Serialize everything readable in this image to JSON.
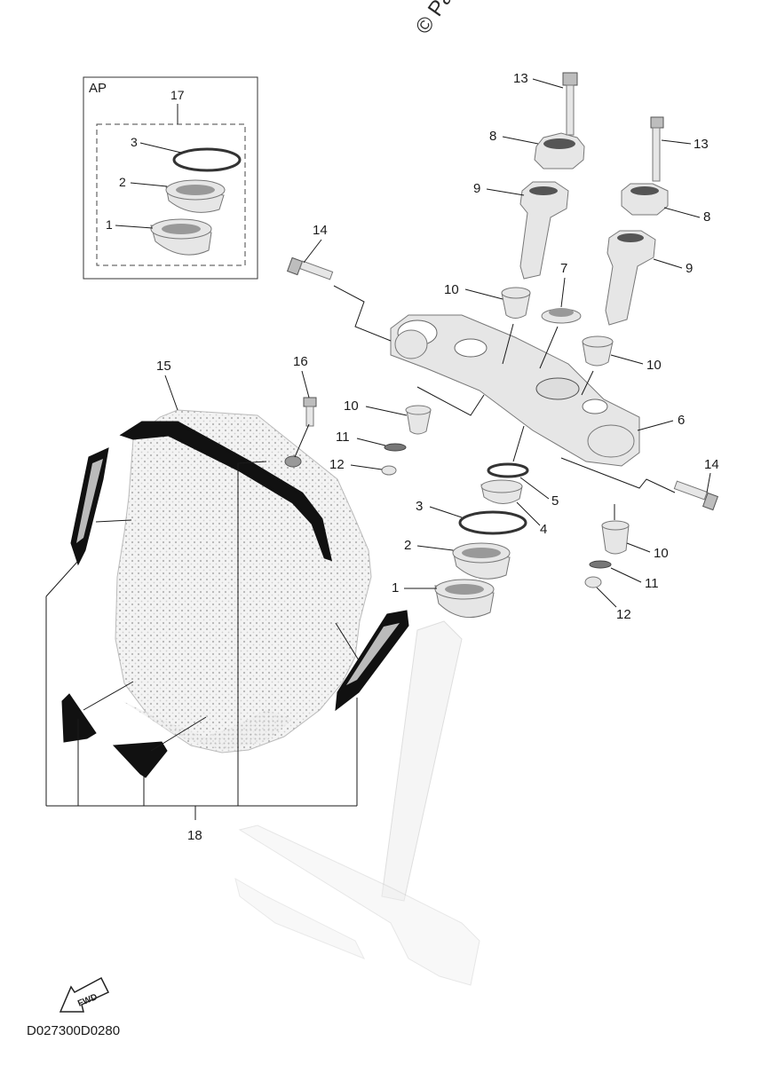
{
  "watermark": "© Pa",
  "inset": {
    "title": "AP",
    "kit_callout": "17",
    "callouts": [
      "3",
      "2",
      "1"
    ]
  },
  "callouts": {
    "c13a": "13",
    "c8a": "8",
    "c9a": "9",
    "c13b": "13",
    "c8b": "8",
    "c9b": "9",
    "c14a": "14",
    "c10a": "10",
    "c7": "7",
    "c10b": "10",
    "c16": "16",
    "c15": "15",
    "c10c": "10",
    "c6": "6",
    "c11a": "11",
    "c12a": "12",
    "c14b": "14",
    "c5": "5",
    "c3": "3",
    "c4": "4",
    "c2": "2",
    "c10d": "10",
    "c1": "1",
    "c11b": "11",
    "c12b": "12",
    "c18": "18"
  },
  "fwd_label": "FWD",
  "diagram_code": "D027300D0280"
}
